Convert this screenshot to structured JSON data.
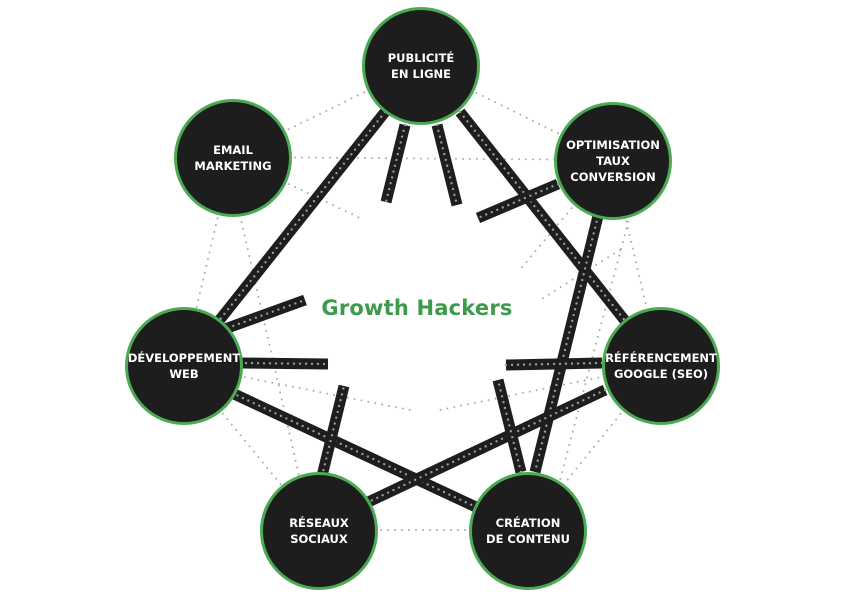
{
  "center_title": "Growth Hackers",
  "colors": {
    "accent": "#4caa55",
    "title": "#3d9a4a",
    "node_fill": "#1d1d1d",
    "chain": "#1e1e1e",
    "dotted": "#aaaaaa"
  },
  "nodes": [
    {
      "id": "publicite",
      "lines": [
        "PUBLICITÉ",
        "EN LIGNE"
      ]
    },
    {
      "id": "optimisation",
      "lines": [
        "OPTIMISATION",
        "TAUX",
        "CONVERSION"
      ]
    },
    {
      "id": "email",
      "lines": [
        "EMAIL",
        "MARKETING"
      ]
    },
    {
      "id": "developpement",
      "lines": [
        "DÉVELOPPEMENT",
        "WEB"
      ]
    },
    {
      "id": "referencement",
      "lines": [
        "RÉFÉRENCEMENT",
        "GOOGLE (SEO)"
      ]
    },
    {
      "id": "reseaux",
      "lines": [
        "RÉSEAUX",
        "SOCIAUX"
      ]
    },
    {
      "id": "creation",
      "lines": [
        "CRÉATION",
        "DE CONTENU"
      ]
    }
  ]
}
